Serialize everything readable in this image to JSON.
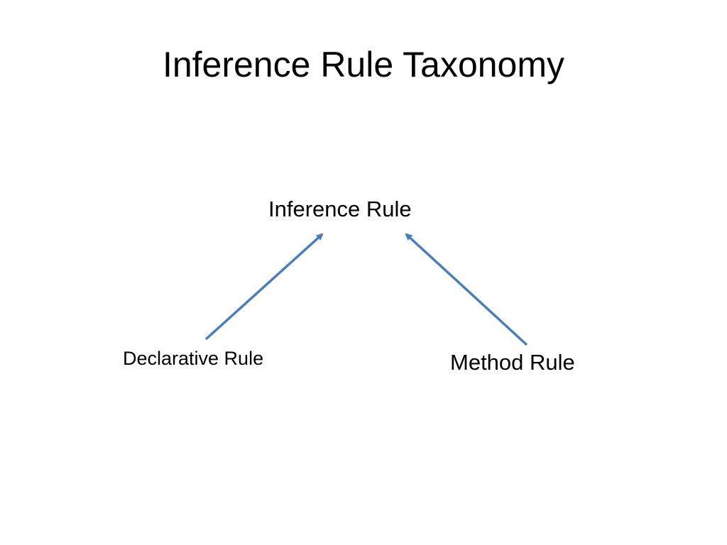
{
  "slide": {
    "title": "Inference Rule Taxonomy"
  },
  "diagram": {
    "root": {
      "label": "Inference Rule"
    },
    "children": [
      {
        "label": "Declarative Rule"
      },
      {
        "label": "Method Rule"
      }
    ],
    "edge_color": "#4a7ebb",
    "edge_style": "arrow-to-parent"
  }
}
